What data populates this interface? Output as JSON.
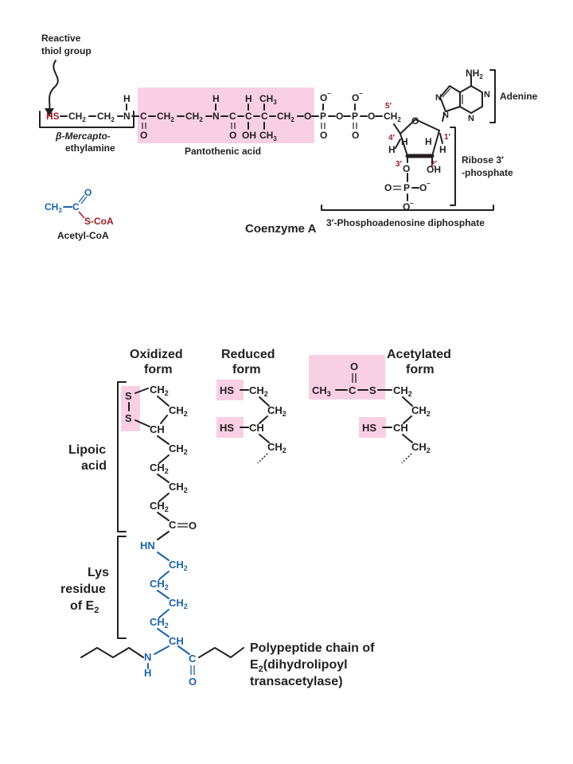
{
  "coa": {
    "reactive_label_1": "Reactive",
    "reactive_label_2": "thiol group",
    "hs": "HS",
    "ch2a": "CH",
    "ch2b": "CH",
    "n1": "N",
    "h1": "H",
    "c1": "C",
    "o1": "O",
    "ch2c": "CH",
    "ch2d": "CH",
    "n2": "N",
    "h2": "H",
    "c2": "C",
    "o2": "O",
    "c3": "C",
    "h3": "H",
    "oh3": "OH",
    "c4": "C",
    "ch3_top": "CH",
    "ch3_bot": "CH",
    "ch2o": "CH",
    "o_link": "O",
    "p1": "P",
    "p2": "P",
    "o_bridge": "O",
    "o_minus": "O",
    "mercapto_1": "β-Mercapto-",
    "mercapto_2": "ethylamine",
    "pantothenic": "Pantothenic acid",
    "adenine": "Adenine",
    "nh2": "NH",
    "ribose_1": "Ribose 3′",
    "ribose_2": "-phosphate",
    "pad": "3′-Phosphoadenosine diphosphate",
    "coenzyme": "Coenzyme A",
    "oh_ribose": "OH",
    "five": "5′",
    "four": "4′",
    "three": "3′",
    "two": "2′",
    "one": "1′"
  },
  "acetyl": {
    "ch3": "CH",
    "c": "C",
    "o": "O",
    "s": "S-CoA",
    "name": "Acetyl-CoA"
  },
  "lipoic": {
    "oxidized_1": "Oxidized",
    "oxidized_2": "form",
    "reduced_1": "Reduced",
    "reduced_2": "form",
    "acetylated_1": "Acetylated",
    "acetylated_2": "form",
    "lipoic_1": "Lipoic",
    "lipoic_2": "acid",
    "lys_1": "Lys",
    "lys_2": "residue",
    "lys_3": "of E",
    "poly_1": "Polypeptide chain of",
    "poly_2": "E",
    "poly_2b": "(dihydrolipoyl",
    "poly_3": "transacetylase)",
    "s": "S",
    "ch2": "CH",
    "ch": "CH",
    "hs": "HS",
    "c": "C",
    "o": "O",
    "ch3": "CH",
    "hn": "HN",
    "n": "N",
    "h": "H"
  },
  "colors": {
    "pink": "#f8cfe3",
    "red": "#9b1c2a",
    "blue": "#1a64a8",
    "ink": "#231f20"
  }
}
